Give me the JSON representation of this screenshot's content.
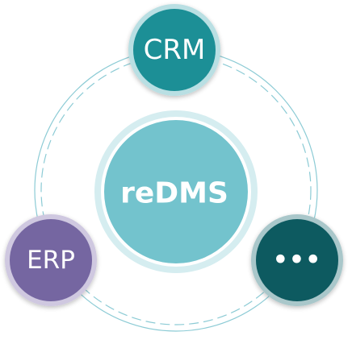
{
  "diagram": {
    "center": {
      "label": "reDMS"
    },
    "nodes": [
      {
        "id": "crm",
        "label": "CRM"
      },
      {
        "id": "erp",
        "label": "ERP"
      },
      {
        "id": "more",
        "label": "•••"
      }
    ]
  },
  "colors": {
    "ring": "#7ec4cf",
    "center_fill": "#73c3cd",
    "center_halo": "#d5edf0",
    "crm_fill": "#1b8f96",
    "crm_halo": "#b9dfe3",
    "erp_fill": "#7566a1",
    "erp_halo": "#cfc8e0",
    "more_fill": "#0f5a60",
    "more_halo": "#a9c7ca"
  }
}
